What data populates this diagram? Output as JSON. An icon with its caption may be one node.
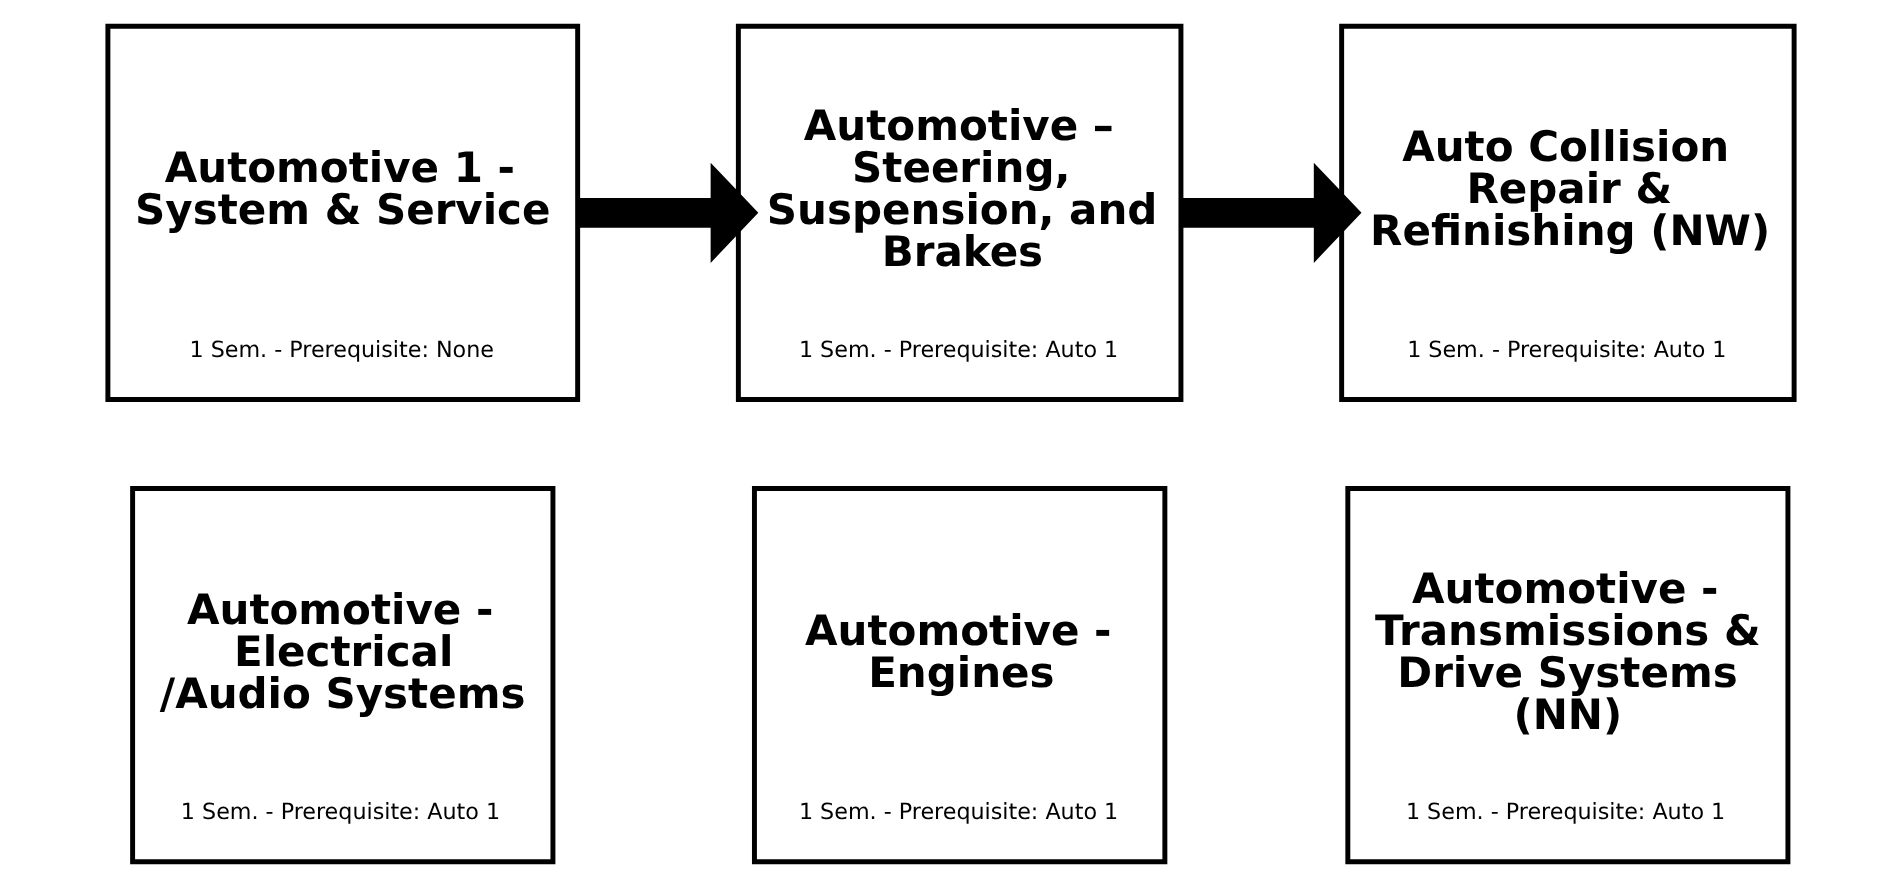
{
  "diagram": {
    "nodes": [
      {
        "text": [
          "Automotive 1 - System & Service",
          "1 Sem. - Prerequisite: None"
        ]
      },
      {
        "text": [
          "Automotive – Steering, Suspension, and Brakes",
          "1 Sem. - Prerequisite: Auto 1"
        ]
      },
      {
        "text": [
          "Auto Collision Repair & Refinishing (NW)",
          "1 Sem. - Prerequisite: Auto 1"
        ]
      },
      {
        "text": [
          "Automotive - Electrical /Audio Systems",
          "1 Sem. - Prerequisite: Auto 1"
        ]
      },
      {
        "text": [
          "Automotive - Engines",
          "1 Sem. - Prerequisite: Auto 1"
        ]
      },
      {
        "text": [
          "Automotive - Transmissions & Drive Systems (NN)",
          "1 Sem. - Prerequisite: Auto 1"
        ]
      }
    ],
    "edges": [
      {
        "from": 0,
        "to": 1,
        "arrow": "to"
      },
      {
        "from": 1,
        "to": 2,
        "arrow": "to"
      }
    ]
  }
}
